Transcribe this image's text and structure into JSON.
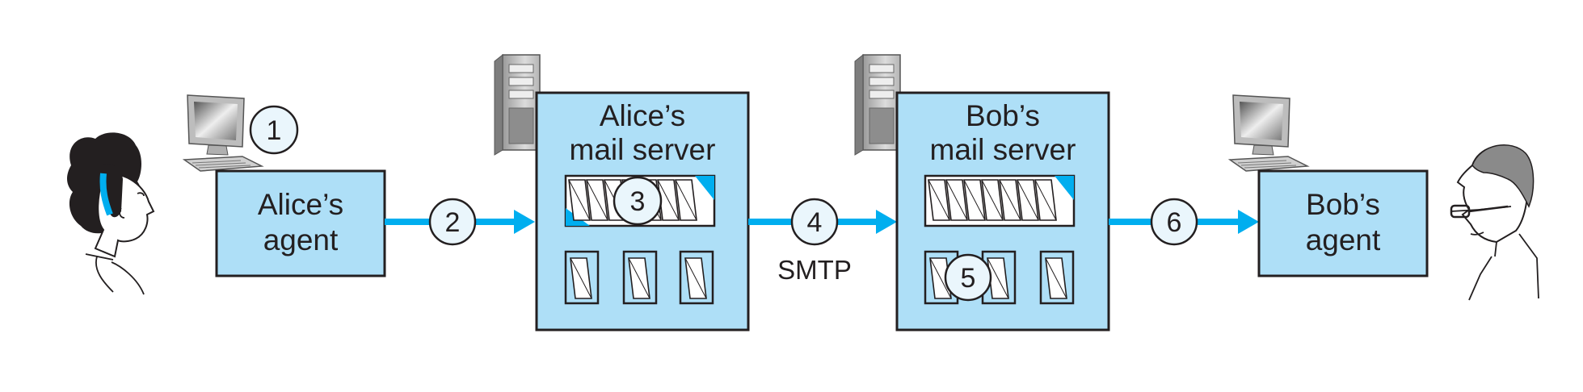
{
  "alice_agent": {
    "line1": "Alice’s",
    "line2": "agent"
  },
  "alice_server": {
    "line1": "Alice’s",
    "line2": "mail server"
  },
  "bob_server": {
    "line1": "Bob’s",
    "line2": "mail server"
  },
  "bob_agent": {
    "line1": "Bob’s",
    "line2": "agent"
  },
  "protocol_label": "SMTP",
  "steps": [
    "1",
    "2",
    "3",
    "4",
    "5",
    "6"
  ],
  "colors": {
    "box_fill": "#aedff7",
    "arrow": "#00aeef",
    "outline": "#231f20",
    "accent": "#00aeef"
  }
}
